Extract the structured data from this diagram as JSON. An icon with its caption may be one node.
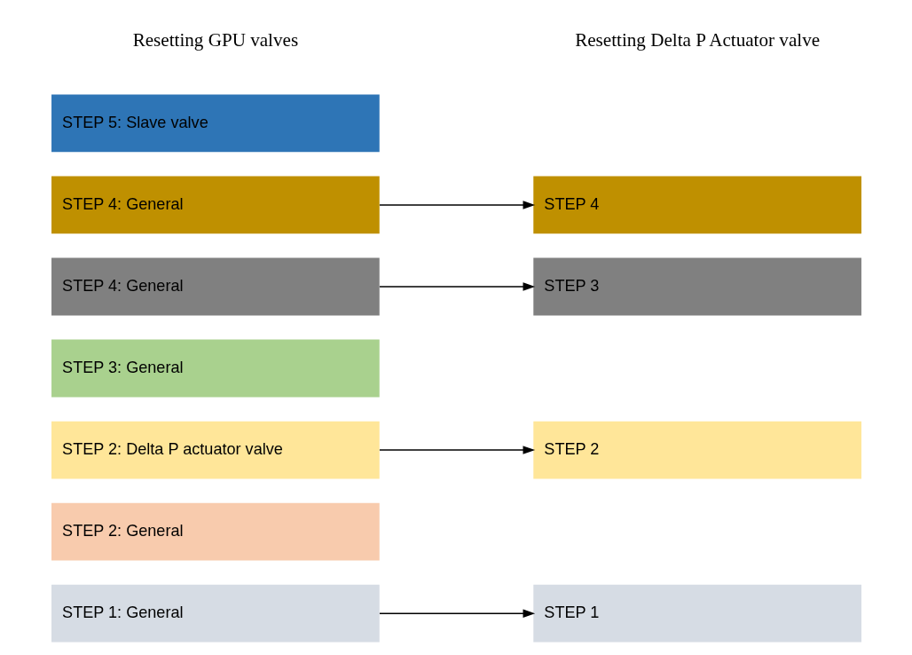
{
  "diagram": {
    "nodes": [
      {
        "text": [
          "STEP 1: General"
        ]
      },
      {
        "text": [
          "STEP 2: General"
        ]
      },
      {
        "text": [
          "STEP 2: Delta P actuator valve"
        ]
      },
      {
        "text": [
          "STEP 3: General"
        ]
      },
      {
        "text": [
          "STEP 4: General"
        ]
      },
      {
        "text": [
          "STEP 4: General"
        ]
      },
      {
        "text": [
          "STEP 5: Slave valve"
        ]
      },
      {
        "text": [
          "STEP 1"
        ]
      },
      {
        "text": [
          "STEP 2"
        ]
      },
      {
        "text": [
          "STEP 3"
        ]
      },
      {
        "text": [
          "STEP 4"
        ]
      }
    ],
    "edges": [
      {
        "from": 0,
        "to": 7,
        "arrow": "to"
      },
      {
        "from": 2,
        "to": 8,
        "arrow": "to"
      },
      {
        "from": 4,
        "to": 9,
        "arrow": "to"
      },
      {
        "from": 5,
        "to": 10,
        "arrow": "to"
      }
    ],
    "labels": [
      "Resetting GPU valves",
      "Resetting Delta P Actuator valve"
    ]
  }
}
